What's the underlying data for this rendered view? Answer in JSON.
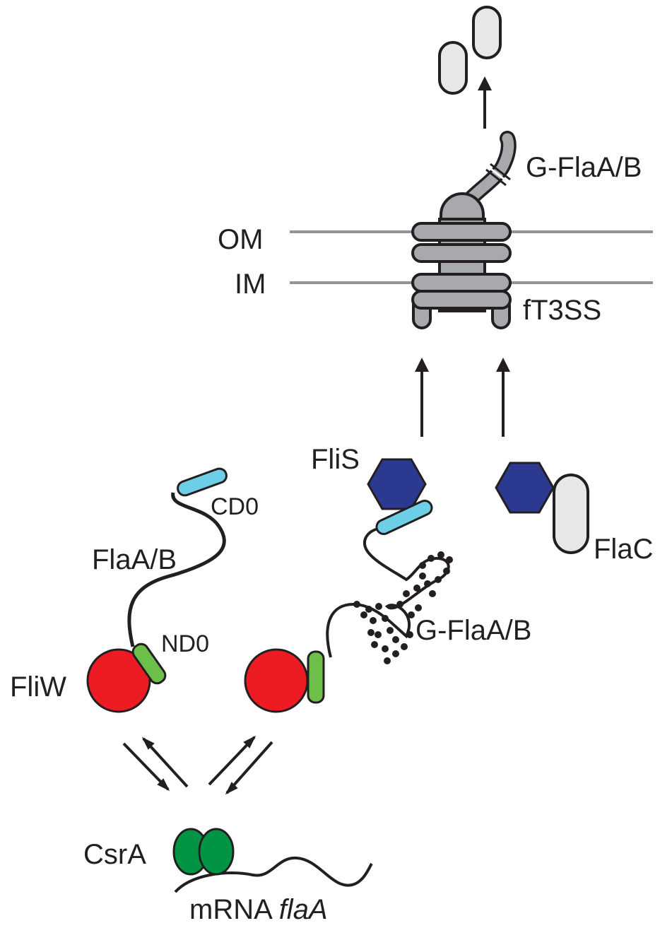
{
  "labels": {
    "g_flaa_b_top": "G-FlaA/B",
    "om": "OM",
    "im": "IM",
    "ft3ss": "fT3SS",
    "flis": "FliS",
    "flac": "FlaC",
    "cd0": "CD0",
    "flaa_b": "FlaA/B",
    "nd0": "ND0",
    "fliw": "FliW",
    "g_flaa_b_mid": "G-FlaA/B",
    "csra": "CsrA",
    "mrna": "mRNA ",
    "flaa_gene": "flaA"
  },
  "colors": {
    "fliw_red": "#ed1c24",
    "nd0_green": "#6cc04a",
    "cd0_cyan": "#6dcfe6",
    "flis_blue": "#2b3990",
    "csra_green": "#009444",
    "secretion_gray": "#a7a9ac",
    "flagellin_light": "#e6e7e8",
    "membrane_gray": "#939598",
    "outline": "#231f20"
  }
}
